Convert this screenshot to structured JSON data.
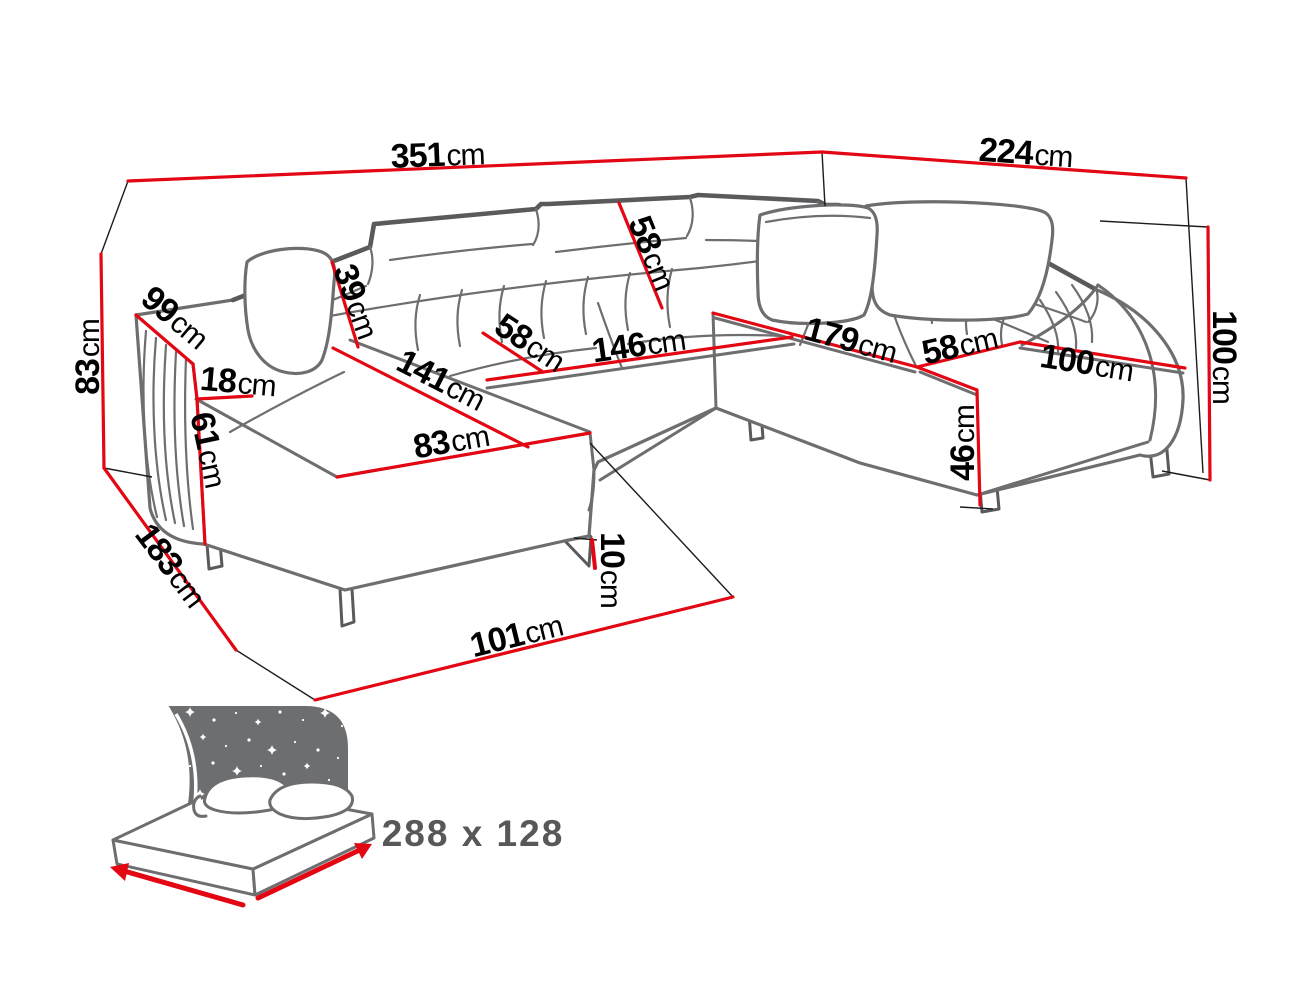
{
  "diagram": {
    "type": "corner-sofa-dimension-diagram",
    "unit": "cm",
    "dimensions": {
      "total_width": {
        "num": "351",
        "unit": "cm"
      },
      "total_depth_right": {
        "num": "224",
        "unit": "cm"
      },
      "height_back_left": {
        "num": "83",
        "unit": "cm"
      },
      "armrest_length": {
        "num": "99",
        "unit": "cm"
      },
      "armrest_width": {
        "num": "18",
        "unit": "cm"
      },
      "armrest_height": {
        "num": "61",
        "unit": "cm"
      },
      "chaise_side_depth": {
        "num": "183",
        "unit": "cm"
      },
      "backrest_height": {
        "num": "39",
        "unit": "cm"
      },
      "chaise_length": {
        "num": "141",
        "unit": "cm"
      },
      "chaise_width": {
        "num": "83",
        "unit": "cm"
      },
      "seat_depth_left": {
        "num": "58",
        "unit": "cm"
      },
      "backrest_depth": {
        "num": "58",
        "unit": "cm"
      },
      "seat_width_middle": {
        "num": "146",
        "unit": "cm"
      },
      "seat_width_right": {
        "num": "179",
        "unit": "cm"
      },
      "seat_depth_right": {
        "num": "58",
        "unit": "cm"
      },
      "wing_end_depth": {
        "num": "100",
        "unit": "cm"
      },
      "total_height": {
        "num": "100",
        "unit": "cm"
      },
      "seat_height": {
        "num": "46",
        "unit": "cm"
      },
      "leg_height": {
        "num": "10",
        "unit": "cm"
      },
      "front_clearance": {
        "num": "101",
        "unit": "cm"
      }
    },
    "sleeping_area": {
      "size_label": "288 x 128"
    },
    "colors": {
      "dimension_red": "#e30613",
      "outline_gray": "#6e6e70",
      "outline_dark": "#595a5c",
      "bed_panel_gray": "#6d6e70",
      "bed_text_gray": "#58585a",
      "label_black": "#000000",
      "background": "#ffffff"
    }
  }
}
